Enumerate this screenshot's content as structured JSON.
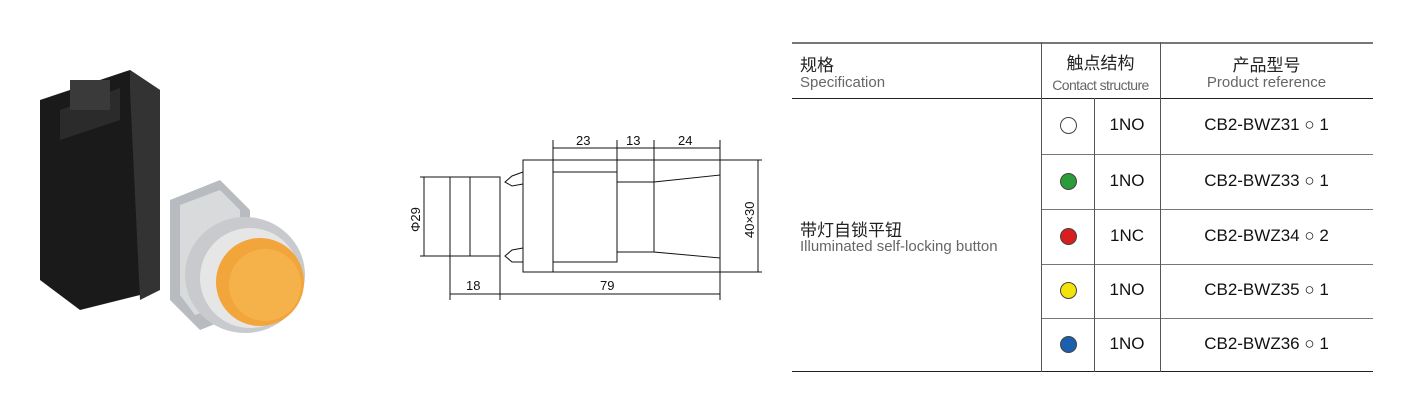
{
  "drawing": {
    "dimensions": {
      "d1": "23",
      "d2": "13",
      "d3": "24",
      "diameter": "Φ29",
      "size": "40×30",
      "front": "18",
      "length": "79"
    }
  },
  "table": {
    "headers": [
      {
        "zh": "规格",
        "en": "Specification"
      },
      {
        "zh": "触点结构",
        "en": "Contact structure"
      },
      {
        "zh": "产品型号",
        "en": "Product reference"
      }
    ],
    "spec": {
      "zh": "带灯自锁平钮",
      "en": "Illuminated self-locking button"
    },
    "rows": [
      {
        "color": "#ffffff",
        "contact": "1NO",
        "ref": "CB2-BWZ31 ○ 1"
      },
      {
        "color": "#2a9d3a",
        "contact": "1NO",
        "ref": "CB2-BWZ33 ○ 1"
      },
      {
        "color": "#d81e1e",
        "contact": "1NC",
        "ref": "CB2-BWZ34 ○ 2"
      },
      {
        "color": "#f2e30a",
        "contact": "1NO",
        "ref": "CB2-BWZ35 ○ 1"
      },
      {
        "color": "#1b5fae",
        "contact": "1NO",
        "ref": "CB2-BWZ36 ○ 1"
      }
    ]
  }
}
